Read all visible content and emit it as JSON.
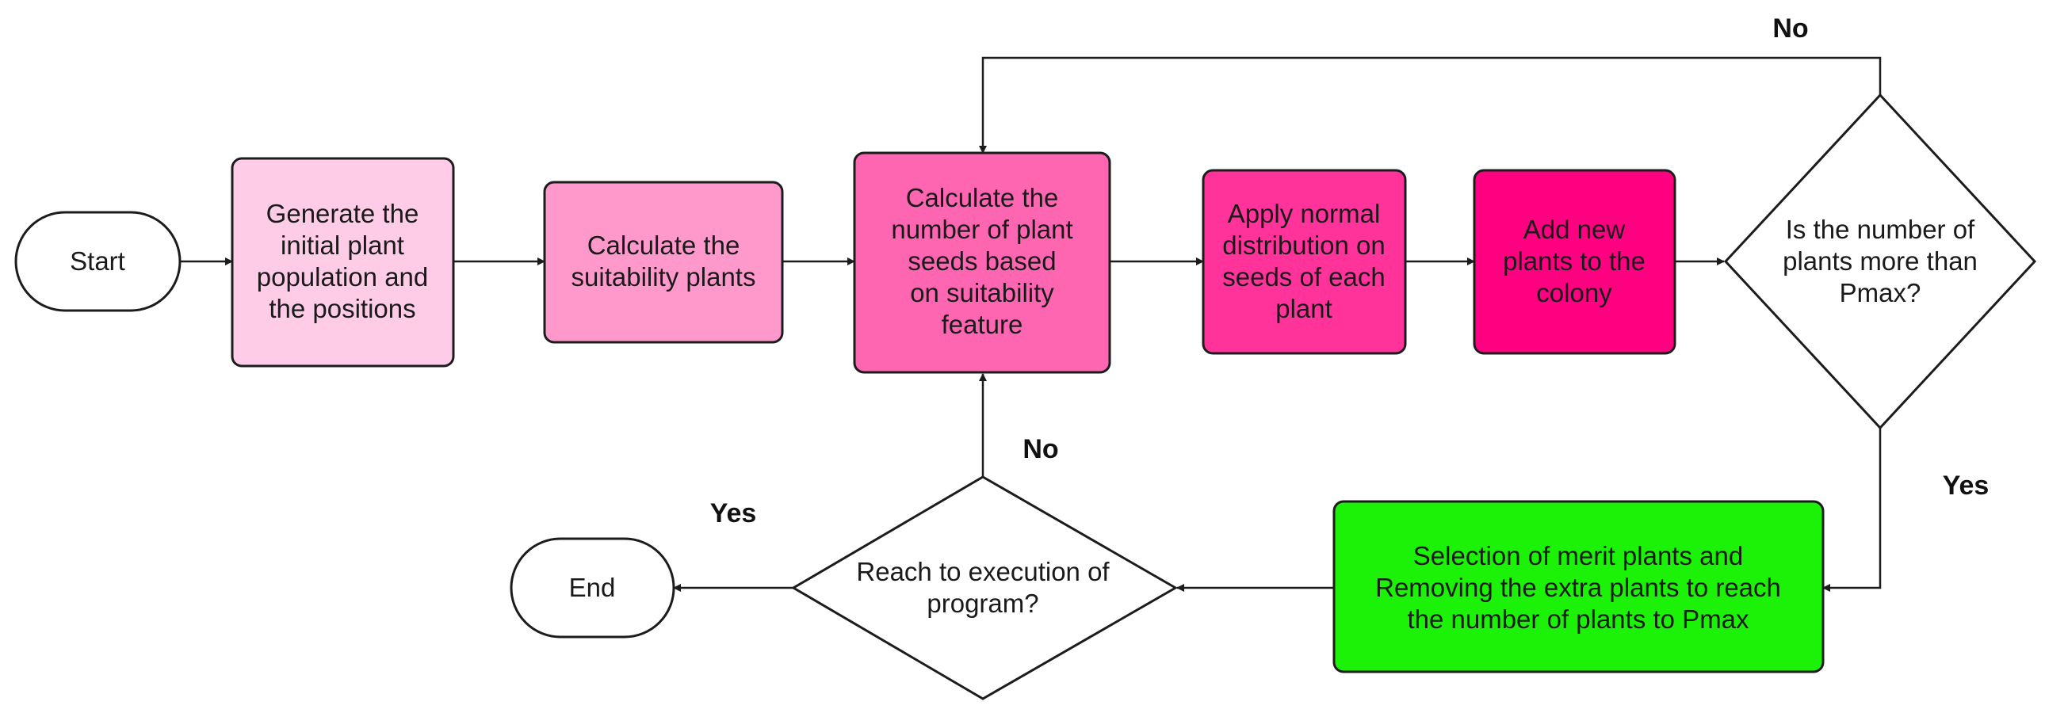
{
  "nodes": {
    "start": {
      "label": "Start",
      "lines": [
        "Start"
      ],
      "shape": "terminator",
      "color": "#ffffff"
    },
    "generate": {
      "label": "Generate the initial plant population and the positions",
      "lines": [
        "Generate the",
        "initial plant",
        "population and",
        "the positions"
      ],
      "shape": "process",
      "color": "#ffcce8"
    },
    "suitability": {
      "label": "Calculate the suitability plants",
      "lines": [
        "Calculate the",
        "suitability plants"
      ],
      "shape": "process",
      "color": "#ff99cc"
    },
    "seeds": {
      "label": "Calculate the number of plant seeds based on suitability feature",
      "lines": [
        "Calculate the",
        "number of plant",
        "seeds based",
        "on suitability",
        "feature"
      ],
      "shape": "process",
      "color": "#ff66b2"
    },
    "normal": {
      "label": "Apply normal distribution on seeds of each plant",
      "lines": [
        "Apply normal",
        "distribution on",
        "seeds of each",
        "plant"
      ],
      "shape": "process",
      "color": "#ff3399"
    },
    "add": {
      "label": "Add new plants to the colony",
      "lines": [
        "Add new",
        "plants to the",
        "colony"
      ],
      "shape": "process",
      "color": "#ff0080"
    },
    "check_pmax": {
      "label": "Is the number of plants more than Pmax?",
      "lines": [
        "Is the number of",
        "plants more than",
        "Pmax?"
      ],
      "shape": "decision",
      "color": "#ffffff"
    },
    "selection": {
      "label": "Selection of merit plants and Removing the extra plants to reach the number of plants to Pmax",
      "lines": [
        "Selection of merit plants and",
        "Removing the extra plants to reach",
        "the number of plants to Pmax"
      ],
      "shape": "process",
      "color": "#1bf207"
    },
    "check_end": {
      "label": "Reach to execution of program?",
      "lines": [
        "Reach to execution of",
        "program?"
      ],
      "shape": "decision",
      "color": "#ffffff"
    },
    "end": {
      "label": "End",
      "lines": [
        "End"
      ],
      "shape": "terminator",
      "color": "#ffffff"
    }
  },
  "edge_labels": {
    "pmax_no": "No",
    "pmax_yes": "Yes",
    "end_no": "No",
    "end_yes": "Yes"
  }
}
